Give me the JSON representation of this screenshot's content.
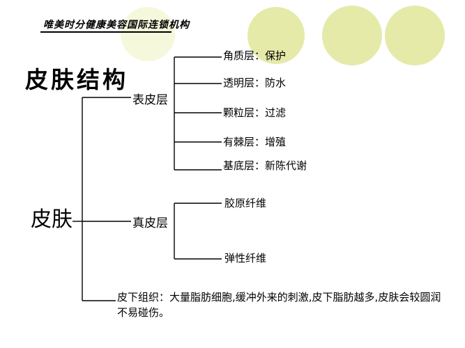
{
  "brand": {
    "text": "唯美时分健康美容国际连锁机构"
  },
  "title": "皮肤结构",
  "root": "皮肤",
  "colors": {
    "circle_fill": "#e8ecad",
    "circle_light": "#f5f7d8",
    "line": "#000000",
    "background": "#ffffff"
  },
  "tree": {
    "epidermis": {
      "label": "表皮层",
      "layers": [
        {
          "name": "角质层",
          "sep": "：",
          "function": "保护"
        },
        {
          "name": "透明层",
          "sep": "：",
          "function": "防水"
        },
        {
          "name": "颗粒层",
          "sep": "：",
          "function": "过滤"
        },
        {
          "name": "有棘层",
          "sep": "：",
          "function": "增殖"
        },
        {
          "name": "基底层",
          "sep": "：",
          "function": "新陈代谢"
        }
      ]
    },
    "dermis": {
      "label": "真皮层",
      "items": [
        "胶原纤维",
        "弹性纤维"
      ]
    },
    "subcutaneous": {
      "label": "皮下组织：",
      "description": "大量脂肪细胞,缓冲外来的刺激,皮下脂肪越多,皮肤会较圆润不易碰伤。"
    }
  }
}
